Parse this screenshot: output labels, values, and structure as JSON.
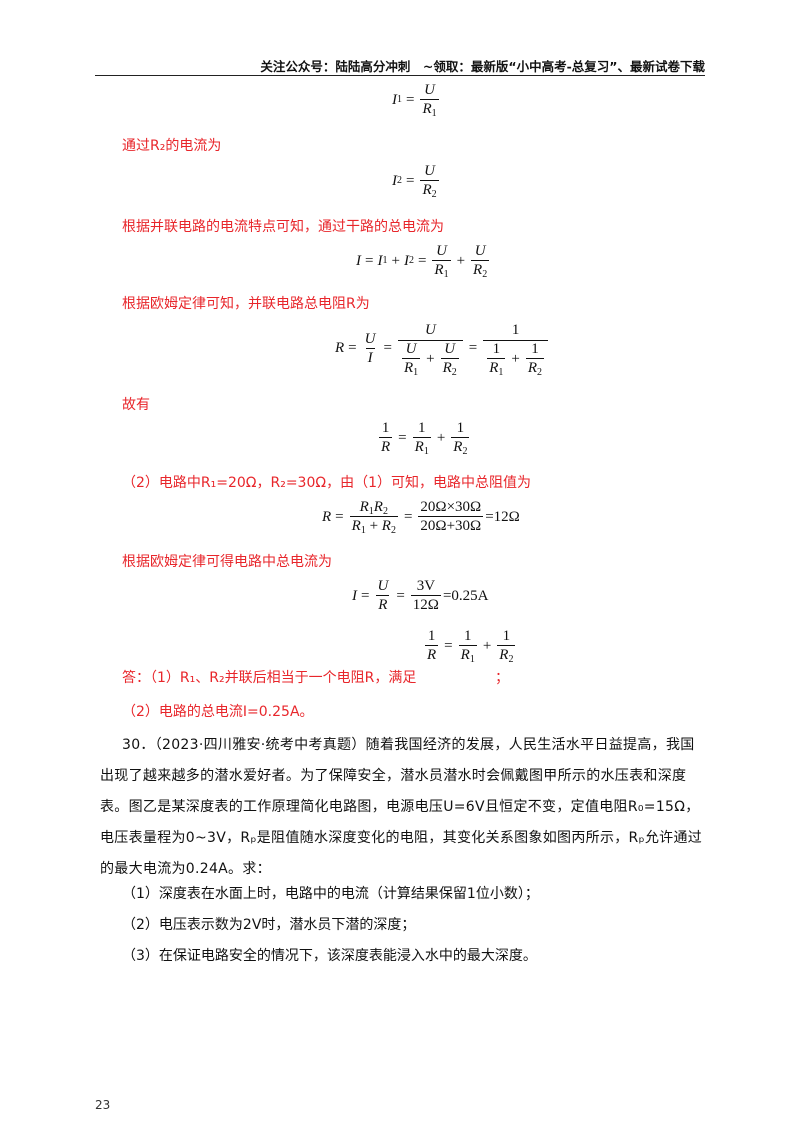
{
  "header": {
    "text": "关注公众号：陆陆高分冲刺　~领取：最新版“小中高考-总复习”、最新试卷下载"
  },
  "solution": {
    "i2_intro": "通过R₂的电流为",
    "total_current_intro": "根据并联电路的电流特点可知，通过干路的总电流为",
    "ohm_intro": "根据欧姆定律可知，并联电路总电阻R为",
    "therefore": "故有",
    "part2_intro": "（2）电路中R₁=20Ω，R₂=30Ω，由（1）可知，电路中总阻值为",
    "part2_current_intro": "根据欧姆定律可得电路中总电流为",
    "answer1_prefix": "答：（1）R₁、R₂并联后相当于一个电阻R，满足",
    "answer1_suffix": "；",
    "answer2": "（2）电路的总电流I=0.25A。"
  },
  "equations": {
    "r2_val": "20Ω×30Ω",
    "r2_den": "20Ω+30Ω",
    "r2_result": "=12Ω",
    "i_num": "3V",
    "i_den": "12Ω",
    "i_result": "=0.25A"
  },
  "question30": {
    "text": "30．（2023·四川雅安·统考中考真题）随着我国经济的发展，人民生活水平日益提高，我国出现了越来越多的潜水爱好者。为了保障安全，潜水员潜水时会佩戴图甲所示的水压表和深度表。图乙是某深度表的工作原理简化电路图，电源电压U=6V且恒定不变，定值电阻R₀=15Ω，电压表量程为0~3V，Rₚ是阻值随水深度变化的电阻，其变化关系图象如图丙所示，Rₚ允许通过的最大电流为0.24A。求：",
    "items": [
      "（1）深度表在水面上时，电路中的电流（计算结果保留1位小数）；",
      "（2）电压表示数为2V时，潜水员下潜的深度；",
      "（3）在保证电路安全的情况下，该深度表能浸入水中的最大深度。"
    ]
  },
  "page_number": "23"
}
